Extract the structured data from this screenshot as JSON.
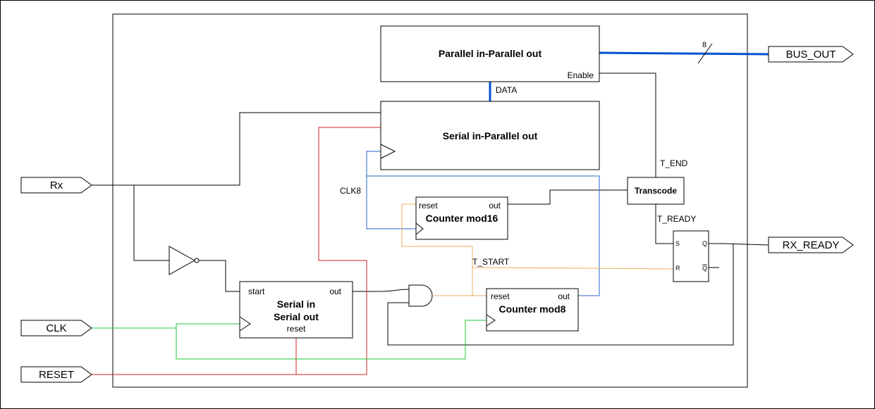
{
  "blocks": {
    "pipo": {
      "title": "Parallel in-Parallel out",
      "enable": "Enable"
    },
    "sipo": {
      "title": "Serial in-Parallel out"
    },
    "counter16": {
      "title": "Counter mod16",
      "reset": "reset",
      "out": "out"
    },
    "siso": {
      "title_line1": "Serial in",
      "title_line2": "Serial out",
      "start": "start",
      "out": "out",
      "reset": "reset"
    },
    "counter8": {
      "title": "Counter mod8",
      "reset": "reset",
      "out": "out"
    },
    "transcode": {
      "title": "Transcode"
    },
    "flipflop": {
      "s": "S",
      "r": "R",
      "q": "Q",
      "qn": "Q"
    }
  },
  "ports": {
    "rx": "Rx",
    "clk": "CLK",
    "reset": "RESET",
    "bus_out": "BUS_OUT",
    "rx_ready": "RX_READY"
  },
  "signals": {
    "data": "DATA",
    "clk8": "CLK8",
    "t_end": "T_END",
    "t_ready": "T_READY",
    "t_start": "T_START",
    "bus_width": "8"
  },
  "colors": {
    "bus": "#0050d0",
    "clk8": "#2a66c8",
    "reset_wire": "#d22222",
    "clk_wire": "#22c93a",
    "t_start_wire": "#f0a860",
    "wire": "#000000"
  }
}
